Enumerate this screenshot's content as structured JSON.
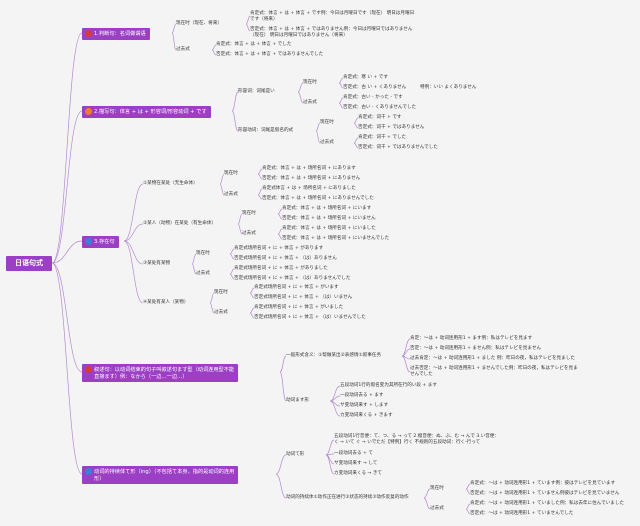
{
  "title": "日语句式",
  "colors": {
    "branch": "#9b3fc4",
    "text": "#ffffff",
    "line": "#b48ad0",
    "red_dot": "#d63b3b",
    "orange_dot": "#f07c28",
    "blue_dot": "#3d7fd6"
  },
  "b1": {
    "text": "1.判断句：名词做谓语"
  },
  "b1_present": "现在时（现在、将来）",
  "b1_present_aff": "肯定式：体言 + は + 体言 + です例：今日は月曜日です（现在） 明日は月曜日です（将来）",
  "b1_present_neg": "否定式：体言 + は + 体言 + ではありません例：今日は月曜日ではありません（现在） 明日は月曜日ではありません（将来）",
  "b1_past": "过去式",
  "b1_past_aff": "肯定式：体言 + は + 体言 + でした",
  "b1_past_neg": "否定式：体言 + は + 体言 + ではありませんでした",
  "b2": {
    "text": "2.描写句：体言 + は + 形容词/形容动词 + です"
  },
  "b2_adj": "形容词：词尾是い",
  "b2_adj_present": "现在时",
  "b2_adj_present_aff": "肯定式：寒 い + です",
  "b2_adj_present_neg": "否定式：古 い + くありません",
  "b2_adj_present_neg_note": "特例：いい  よくありません",
  "b2_adj_past": "过去式",
  "b2_adj_past_aff": "肯定式：古い - かった - です",
  "b2_adj_past_neg": "否定式：古い - くありませんでした",
  "b2_adjv": "形容动词：词尾是假名的式",
  "b2_adjv_present": "现在时",
  "b2_adjv_present_aff": "肯定式：词干 + です",
  "b2_adjv_present_neg": "否定式：词干 + ではありません",
  "b2_adjv_past": "过去式",
  "b2_adjv_past_aff": "肯定式：词干 + でした",
  "b2_adjv_past_neg": "否定式：词干 + ではありませんでした",
  "b3": {
    "text": "3.存在句"
  },
  "b3_s1": "①某物在某处（无生命体）",
  "b3_s1_present": "现在时",
  "b3_s1_present_aff": "肯定式：体言 + は + 场所名词 + にあります",
  "b3_s1_present_neg": "否定式：体言 + は + 场所名词 + にありません",
  "b3_s1_past": "过去式",
  "b3_s1_past_aff": "肯定式体言 + は + 场所名词 + にありました",
  "b3_s1_past_neg": "否定式：体言 + は + 场所名词 + にありませんでした",
  "b3_s2": "②某人（动物）在某处（有生命体）",
  "b3_s2_present": "现在时",
  "b3_s2_present_aff": "肯定式：体言 + は + 场所名词 + にいます",
  "b3_s2_present_neg": "否定式：体言 + は + 场所名词 + にいません",
  "b3_s2_past": "过去式",
  "b3_s2_past_aff": "肯定式：体言 + は + 场所名词 + にいました",
  "b3_s2_past_neg": "否定式：体言 + は + 场所名词 + にいませんでした",
  "b3_s3": "③某处有某物",
  "b3_s3_present": "现在时",
  "b3_s3_present_aff": "肯定式场所名词 + に + 体言 + があります",
  "b3_s3_present_neg": "否定式场所名词 + に + 体言 + （は）ありません",
  "b3_s3_past": "过去式",
  "b3_s3_past_aff": "肯定式场所名词 + に + 体言 + がありました",
  "b3_s3_past_neg": "否定式场所名词 + に + 体言 + （は）ありませんでした",
  "b3_s4": "④某处有某人（某物）",
  "b3_s4_present": "现在时",
  "b3_s4_present_aff": "肯定式场所名词 + に + 体言 + がいます",
  "b3_s4_present_neg": "否定式场所名词 + に + 体言 + （は）いません",
  "b3_s4_past": "过去式",
  "b3_s4_past_aff": "肯定式场所名词 + に + 体言 + がいました",
  "b3_s4_past_neg": "否定式场所名词 + に + 体言 + （は）いませんでした",
  "b4": {
    "line1": "叙述句：以动词结束的句子叫叙述句ます型（动词连用型不能",
    "line2": "直接ます）例：なから（一边…一边…）"
  },
  "b4_general": "一般形式含义：①帮做某出②表感情①叙事任务",
  "b4_g1": "肯定：～は + 动词连用形1 + ます例：私はテレビを見ます",
  "b4_g2": "否定：～は + 动词连用形1 + ません例：私はテレビを見ません",
  "b4_g3": "过去肯定：～は + 动词连用形1 + ました 例：昨日の夜，私はテレビを見ました",
  "b4_g4_line1": "过去否定：～は + 动词连用形1 + ませんでした例：昨日の夜，私はテレビを見ま",
  "b4_g4_line2": "せんでした",
  "b4_masu": "动词ます形",
  "b4_m1": "五段动词1行的假名变为其所在行的い段 + ます",
  "b4_m2": "一段动词去る + ます",
  "b4_m3": "サ变动词来す + します",
  "b4_m4": "カ变动词来くる + きます",
  "b5": {
    "line1": "动词的持续体て形（ing）（不包括て本身，指的是动词的连用",
    "line2": "形）"
  },
  "b5_te": "动词て形",
  "b5_t1": "五段动词1行音便：て、つ、る → って 2.撥音便：ぬ、ぶ、む → んで 3.い音便：",
  "b5_t2": "く → いて  ぐ → いでただ【特例】行く 不规则的五段动词：行く-行って",
  "b5_t3": "一段动词去る + て",
  "b5_t4": "サ变动词来す → して",
  "b5_t5": "カ变动词来くる → きて",
  "b5_cont": "动词的持续体①动作正在进行②状态的持续③动作反复的动作",
  "b5_present": "现在时",
  "b5_present_aff": "肯定式：～は + 动词连用形1 + ています例：彼はテレビを見ています",
  "b5_present_neg": "否定式：～は + 动词连用形1 + ていません例彼はテレビを見ていません",
  "b5_past": "过去式",
  "b5_past_aff": "肯定式：～は + 动词连用形1 + ていました例：私は去年に住んでいました",
  "b5_past_neg": "否定式：～は + 动词连用形1 + ていませんでした"
}
